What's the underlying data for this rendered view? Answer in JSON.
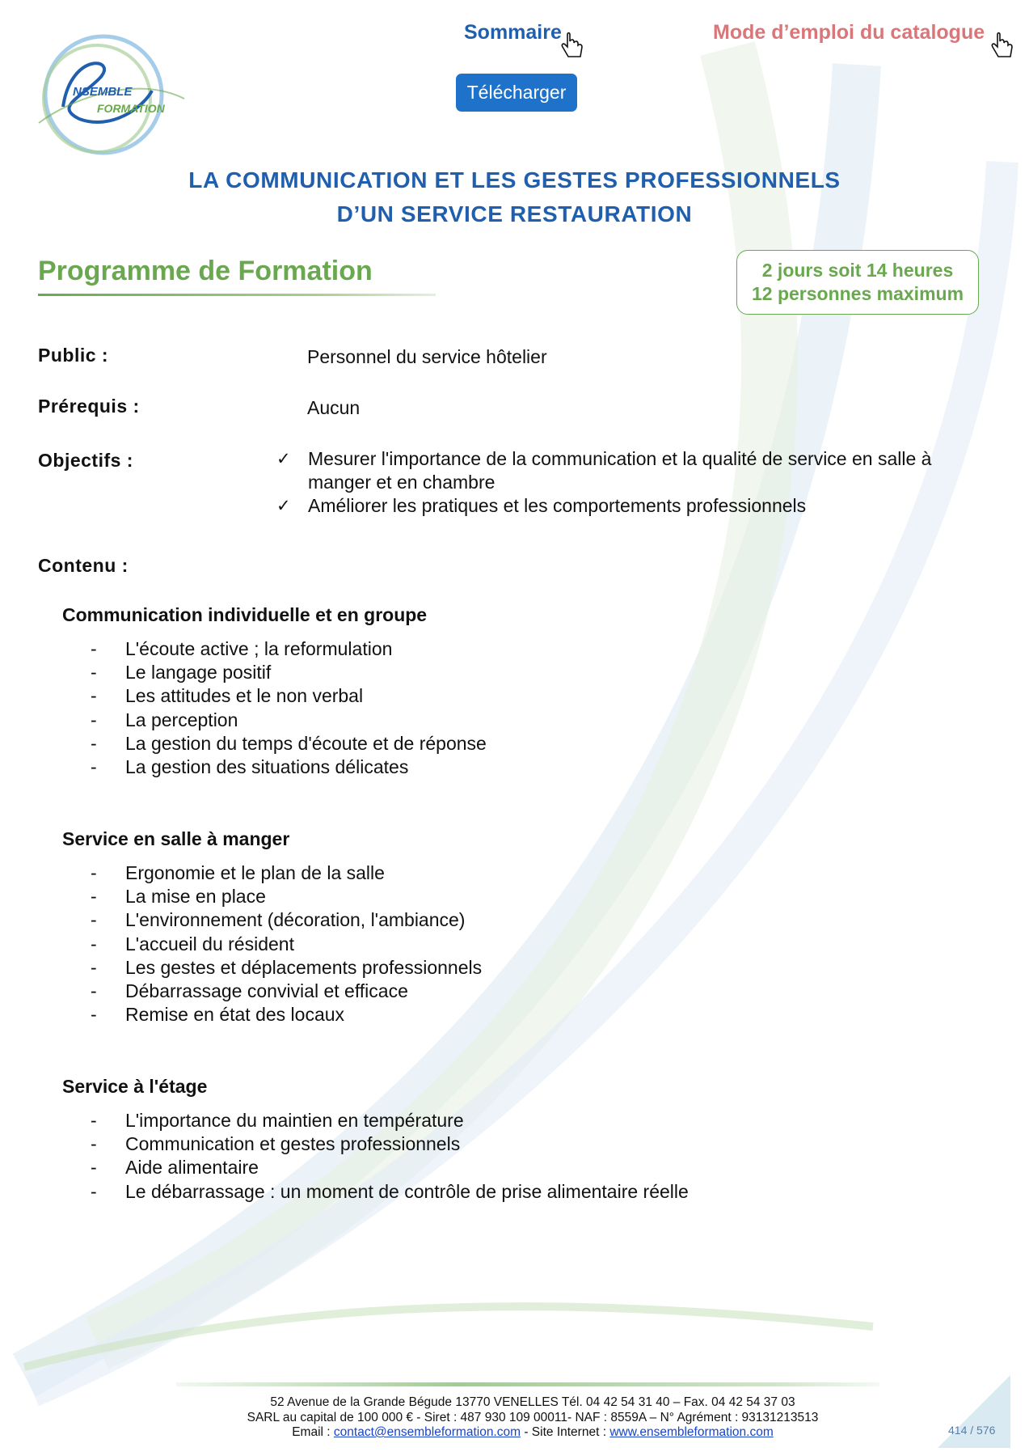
{
  "logo": {
    "line1": "NSEMBLE",
    "line2": "FORMATION"
  },
  "nav": {
    "sommaire": "Sommaire",
    "mode_emploi": "Mode d’emploi du catalogue",
    "download": "Télécharger"
  },
  "title": {
    "line1": "LA COMMUNICATION ET LES GESTES PROFESSIONNELS",
    "line2": "D’UN SERVICE RESTAURATION"
  },
  "programme": {
    "heading": "Programme de Formation",
    "duration": "2 jours soit 14 heures",
    "capacity": "12 personnes maximum"
  },
  "fields": {
    "public_label": "Public :",
    "public_value": "Personnel du service hôtelier",
    "prereq_label": "Prérequis :",
    "prereq_value": "Aucun",
    "objectifs_label": "Objectifs :",
    "objectifs": [
      {
        "line1": "Mesurer l'importance de la communication et la qualité de service en salle à",
        "line2": "manger et en chambre"
      },
      {
        "line1": "Améliorer les pratiques et les comportements professionnels",
        "line2": ""
      }
    ],
    "check_mark": "✓",
    "contenu_label": "Contenu :"
  },
  "sections": [
    {
      "title": "Communication individuelle et en groupe",
      "items": [
        "L'écoute active ; la reformulation",
        "Le langage positif",
        "Les attitudes et le non verbal",
        "La perception",
        "La gestion du temps d'écoute et de réponse",
        "La gestion des situations délicates"
      ]
    },
    {
      "title": "Service en salle à manger",
      "items": [
        "Ergonomie et le plan de la salle",
        "La mise en place",
        "L'environnement (décoration, l'ambiance)",
        "L'accueil du résident",
        "Les gestes et déplacements professionnels",
        "Débarrassage convivial et efficace",
        "Remise en état des locaux"
      ]
    },
    {
      "title": "Service à l'étage",
      "items": [
        "L'importance du maintien en température",
        "Communication et gestes professionnels",
        "Aide alimentaire",
        "Le débarrassage : un moment de contrôle de prise alimentaire réelle"
      ]
    }
  ],
  "dash": "-",
  "footer": {
    "line1": "52 Avenue de la Grande Bégude 13770 VENELLES Tél. 04 42 54 31 40 – Fax. 04 42 54 37 03",
    "line2": "SARL au capital de 100 000 € - Siret : 487 930 109 00011- NAF : 8559A – N° Agrément : 93131213513",
    "email_prefix": "Email : ",
    "email": "contact@ensembleformation.com",
    "site_prefix": " - Site Internet : ",
    "site": "www.ensembleformation.com",
    "page": "414 / 576"
  },
  "colors": {
    "title_blue": "#1f5fae",
    "button_blue": "#1f72c9",
    "green": "#6aa84f",
    "pink": "#d9767a"
  }
}
